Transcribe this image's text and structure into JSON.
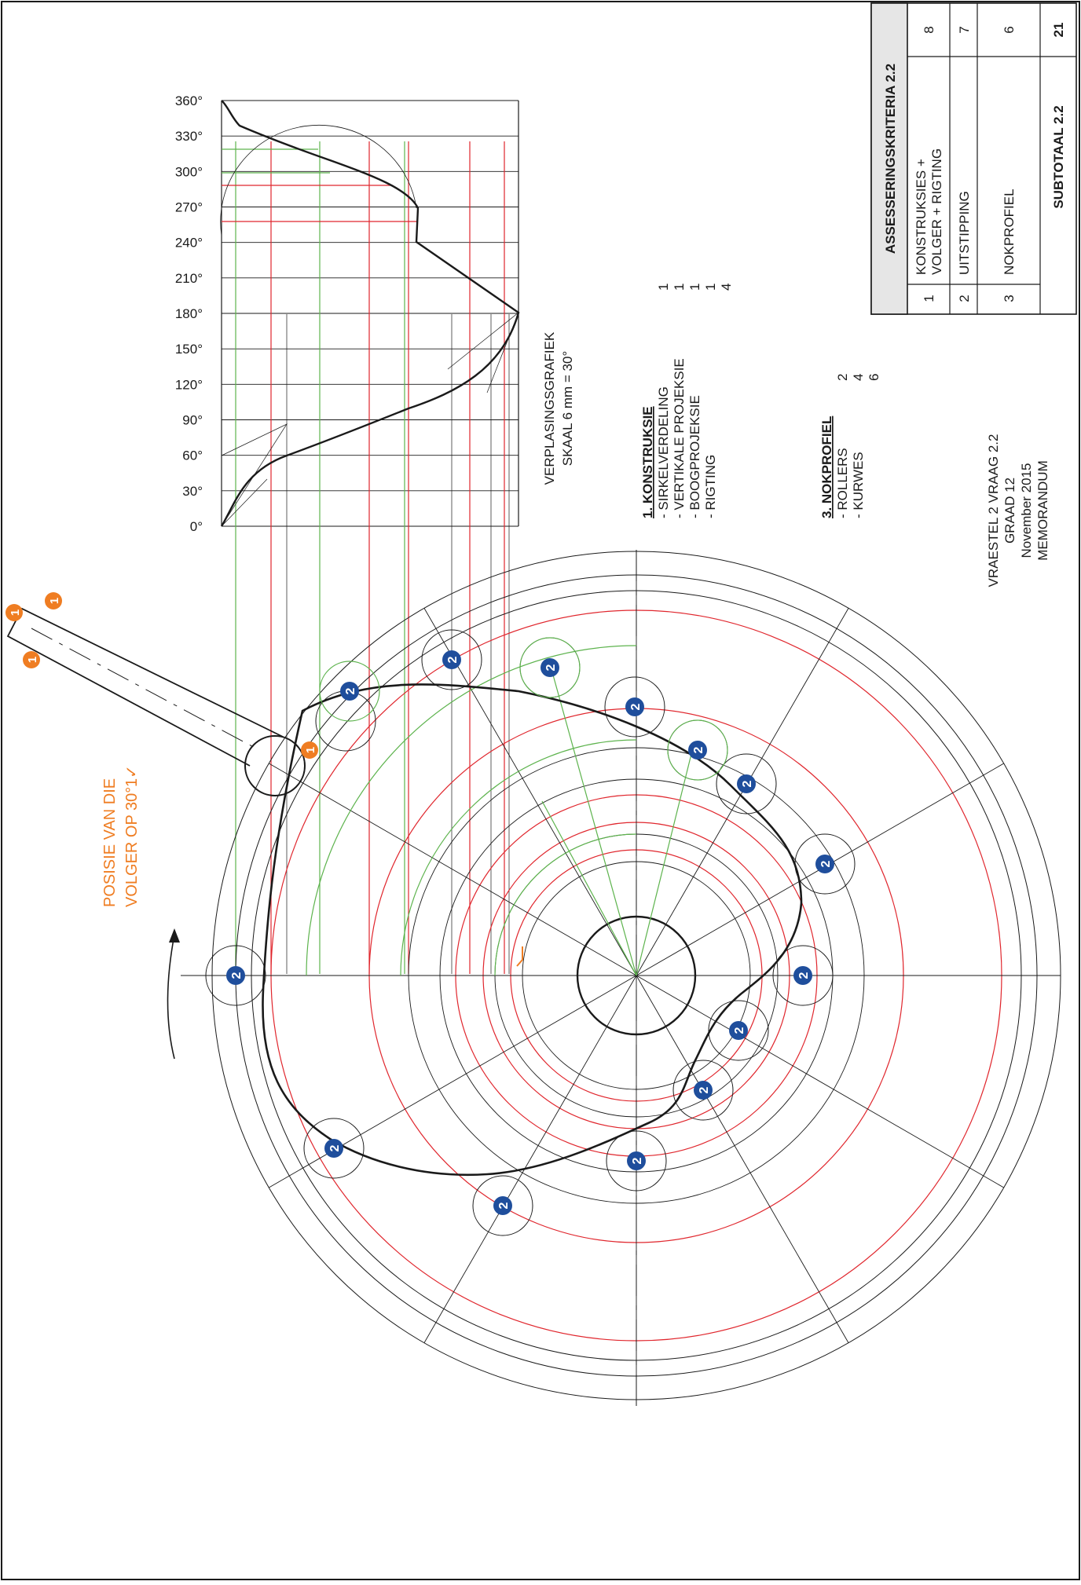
{
  "colors": {
    "ink": "#1a1a1a",
    "red_construction": "#e0262d",
    "green_construction": "#5db34d",
    "mark_blue": "#1f4e9c",
    "mark_orange": "#ef7d22",
    "table_header_bg": "#e6e6e6"
  },
  "graph": {
    "angles": [
      "0°",
      "30°",
      "60°",
      "90°",
      "120°",
      "150°",
      "180°",
      "210°",
      "240°",
      "270°",
      "300°",
      "330°",
      "360°"
    ],
    "title": "VERPLASINGSGRAFIEK",
    "scale": "SKAAL 6 mm = 30°"
  },
  "marks_section_1": {
    "heading": "1. KONSTRUKSIE",
    "items": [
      {
        "label": "- SIRKELVERDELING",
        "mark": "1"
      },
      {
        "label": "- VERTIKALE PROJEKSIE",
        "mark": "1"
      },
      {
        "label": "- BOOGPROJEKSIE",
        "mark": "1"
      },
      {
        "label": "- RIGTING",
        "mark": "1"
      }
    ],
    "total": "4"
  },
  "marks_section_3": {
    "heading": "3. NOKPROFIEL",
    "items": [
      {
        "label": "- ROLLERS",
        "mark": "2"
      },
      {
        "label": "- KURWES",
        "mark": "4"
      }
    ],
    "total": "6"
  },
  "caption": {
    "line1": "VRAESTEL 2 VRAAG 2.2",
    "line2": "GRAAD 12",
    "line3": "November 2015",
    "line4": "MEMORANDUM"
  },
  "follower_note": {
    "line1": "POSISIE VAN DIE",
    "line2": "VOLGER OP 30°",
    "mark": "1✓"
  },
  "assessment_table": {
    "title": "ASSESSERINGSKRITERIA 2.2",
    "rows": [
      {
        "num": "1",
        "criterion_line1": "KONSTRUKSIES +",
        "criterion_line2": "VOLGER + RIGTING",
        "marks": "8"
      },
      {
        "num": "2",
        "criterion_line1": "UITSTIPPING",
        "criterion_line2": "",
        "marks": "7"
      },
      {
        "num": "3",
        "criterion_line1": "NOKPROFIEL",
        "criterion_line2": "",
        "marks": "6"
      }
    ],
    "subtotal_label": "SUBTOTAAL 2.2",
    "subtotal_value": "21"
  },
  "mark_badges": {
    "roller_mark": "2",
    "construction_mark": "1"
  }
}
